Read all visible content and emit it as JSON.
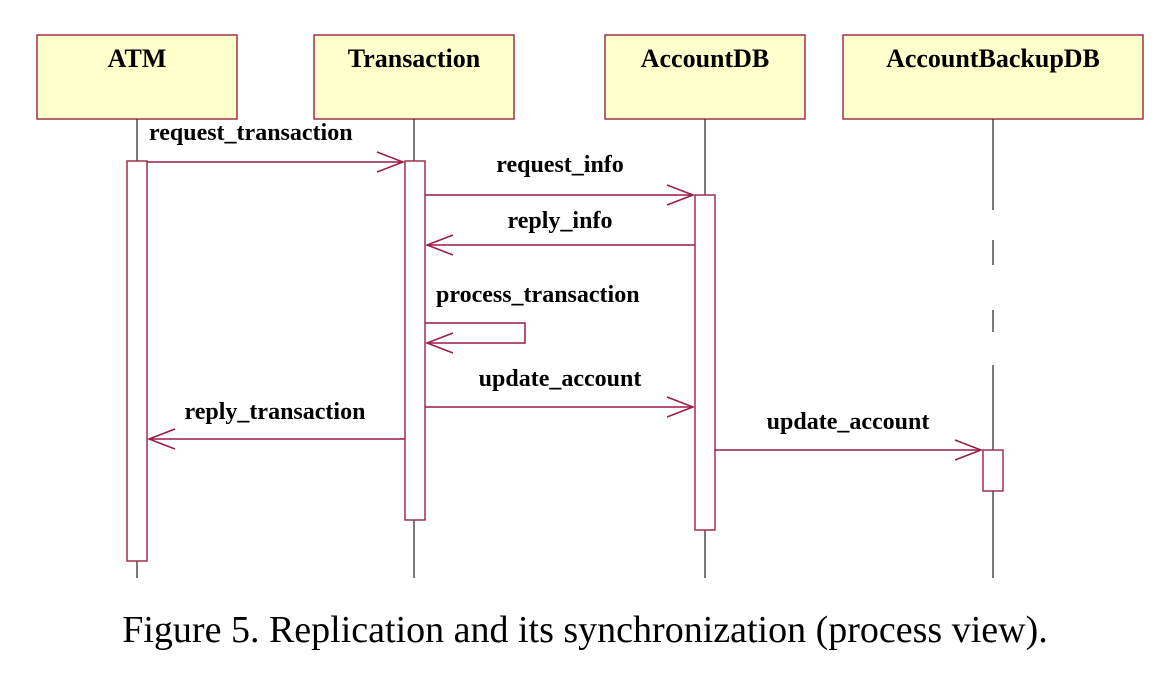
{
  "participants": [
    {
      "id": "atm",
      "label": "ATM"
    },
    {
      "id": "transaction",
      "label": "Transaction"
    },
    {
      "id": "accountdb",
      "label": "AccountDB"
    },
    {
      "id": "backup",
      "label": "AccountBackupDB"
    }
  ],
  "messages": [
    {
      "id": "m1",
      "label": "request_transaction",
      "from": "ATM",
      "to": "Transaction"
    },
    {
      "id": "m2",
      "label": "request_info",
      "from": "Transaction",
      "to": "AccountDB"
    },
    {
      "id": "m3",
      "label": "reply_info",
      "from": "AccountDB",
      "to": "Transaction"
    },
    {
      "id": "m4",
      "label": "process_transaction",
      "from": "Transaction",
      "to": "Transaction"
    },
    {
      "id": "m5",
      "label": "update_account",
      "from": "Transaction",
      "to": "AccountDB"
    },
    {
      "id": "m6",
      "label": "reply_transaction",
      "from": "Transaction",
      "to": "ATM"
    },
    {
      "id": "m7",
      "label": "update_account",
      "from": "AccountDB",
      "to": "AccountBackupDB"
    }
  ],
  "caption": "Figure 5. Replication and its synchronization (process view).",
  "colors": {
    "box_fill": "#ffffcc",
    "box_stroke": "#a0304a",
    "line": "#9b1b45",
    "lifeline": "#333333"
  }
}
